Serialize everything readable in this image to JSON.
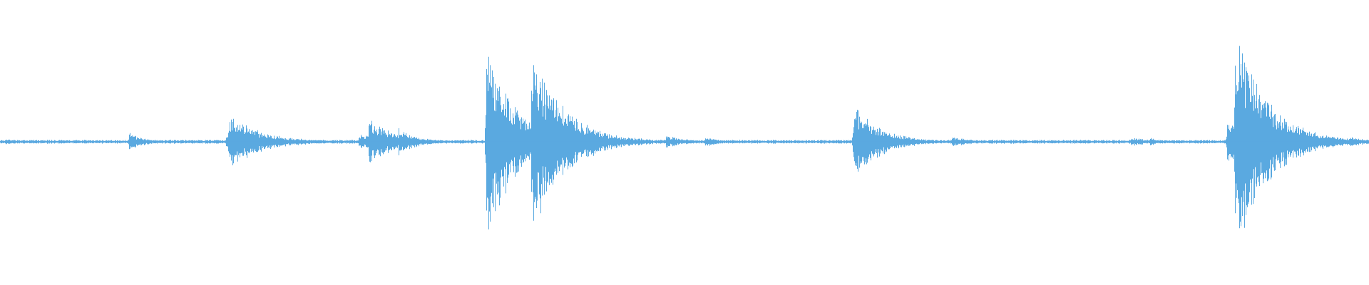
{
  "waveform": {
    "color": "#5aa9e0",
    "background": "#ffffff",
    "duration_fraction_note_free": true,
    "baseline_level": 0.012,
    "events": [
      {
        "at": 0.004,
        "peak": 0.03,
        "decay": 0.01
      },
      {
        "at": 0.033,
        "peak": 0.02,
        "decay": 0.012
      },
      {
        "at": 0.094,
        "peak": 0.085,
        "decay": 0.012
      },
      {
        "at": 0.165,
        "peak": 0.06,
        "decay": 0.014
      },
      {
        "at": 0.167,
        "peak": 0.25,
        "decay": 0.024
      },
      {
        "at": 0.262,
        "peak": 0.075,
        "decay": 0.015
      },
      {
        "at": 0.269,
        "peak": 0.21,
        "decay": 0.02
      },
      {
        "at": 0.291,
        "peak": 0.12,
        "decay": 0.014
      },
      {
        "at": 0.355,
        "peak": 0.9,
        "decay": 0.02
      },
      {
        "at": 0.388,
        "peak": 0.82,
        "decay": 0.024
      },
      {
        "at": 0.486,
        "peak": 0.06,
        "decay": 0.015
      },
      {
        "at": 0.515,
        "peak": 0.05,
        "decay": 0.01
      },
      {
        "at": 0.623,
        "peak": 0.34,
        "decay": 0.02
      },
      {
        "at": 0.695,
        "peak": 0.045,
        "decay": 0.018
      },
      {
        "at": 0.826,
        "peak": 0.04,
        "decay": 0.016
      },
      {
        "at": 0.84,
        "peak": 0.035,
        "decay": 0.01
      },
      {
        "at": 0.896,
        "peak": 0.22,
        "decay": 0.016
      },
      {
        "at": 0.902,
        "peak": 1.0,
        "decay": 0.024
      },
      {
        "at": 0.985,
        "peak": 0.05,
        "decay": 0.014
      }
    ]
  }
}
